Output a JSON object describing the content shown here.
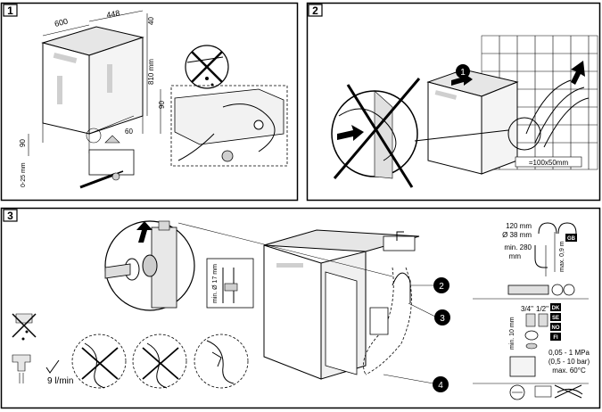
{
  "panels": [
    {
      "number": "1"
    },
    {
      "number": "2"
    },
    {
      "number": "3"
    }
  ],
  "panel1": {
    "width_dim": "600",
    "depth_dim": "448",
    "top_dim": "40",
    "height_dim": "810 mm",
    "side_dim": "90",
    "bottom_dim": "90",
    "angle_dim": "60",
    "foot_dim": "0-25 mm"
  },
  "panel2": {
    "step_badge": "1",
    "hole_dim": "=100x50mm"
  },
  "panel3": {
    "badges": [
      "2",
      "3",
      "4"
    ],
    "nut_dim": "min. Ø 17 mm",
    "drain_height": "120 mm",
    "drain_dia": "Ø 38 mm",
    "drain_min": "min. 280",
    "drain_min_unit": "mm",
    "drain_max": "max. 0,9 m",
    "gb_badge": "GB",
    "inlet_size1": "3/4\"",
    "inlet_size2": "1/2\"",
    "inlet_min": "min. 10 mm",
    "country_codes": [
      "DK",
      "SE",
      "NO",
      "FI"
    ],
    "pressure": "0,05 - 1 MPa",
    "pressure_bar": "(0,5 - 10 bar)",
    "temperature": "max. 60°C",
    "flow_rate": "9 l/min"
  }
}
